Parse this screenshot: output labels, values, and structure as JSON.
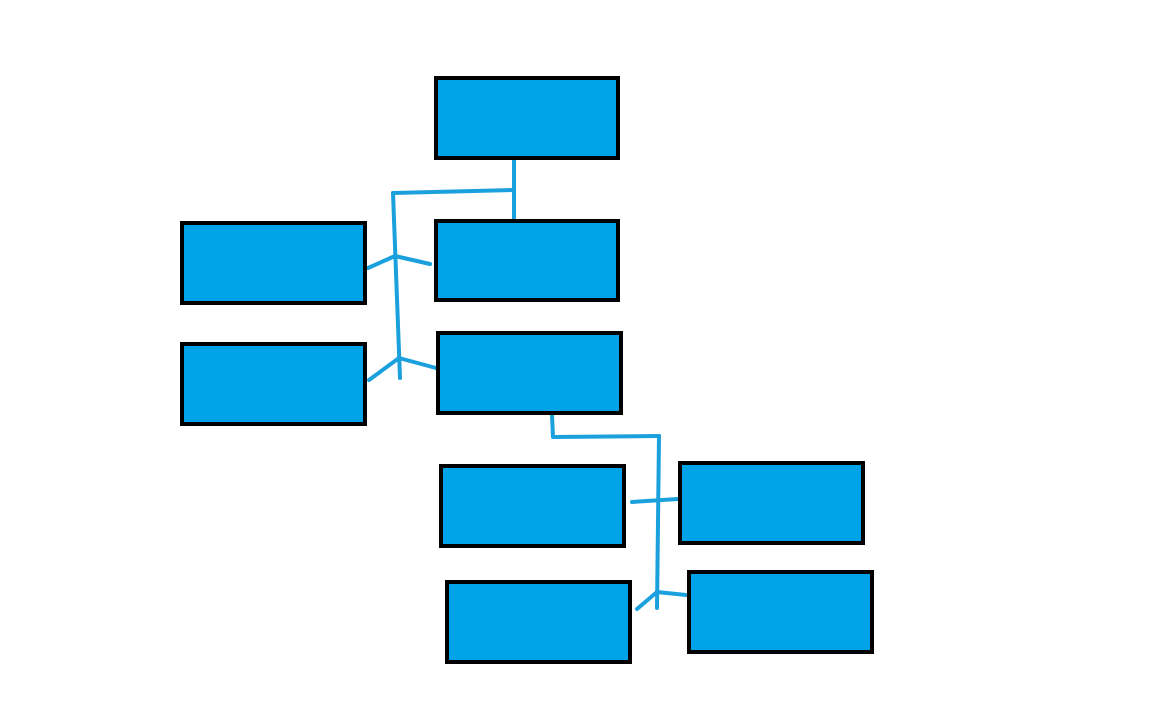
{
  "diagram": {
    "type": "hierarchy",
    "node_fill": "#00a2e8",
    "node_border": "#000000",
    "connector_color": "#1aa0dc",
    "nodes": [
      {
        "id": "root",
        "label": ""
      },
      {
        "id": "a",
        "label": ""
      },
      {
        "id": "b",
        "label": ""
      },
      {
        "id": "c",
        "label": ""
      },
      {
        "id": "d",
        "label": ""
      },
      {
        "id": "e",
        "label": ""
      },
      {
        "id": "f",
        "label": ""
      },
      {
        "id": "g",
        "label": ""
      },
      {
        "id": "h",
        "label": ""
      }
    ],
    "edges": [
      {
        "from": "root",
        "to": "a"
      },
      {
        "from": "root",
        "to": "b"
      },
      {
        "from": "root",
        "to": "d"
      },
      {
        "from": "root",
        "to": "c"
      },
      {
        "from": "c",
        "to": "e"
      },
      {
        "from": "c",
        "to": "f"
      },
      {
        "from": "c",
        "to": "g"
      },
      {
        "from": "c",
        "to": "h"
      }
    ]
  }
}
